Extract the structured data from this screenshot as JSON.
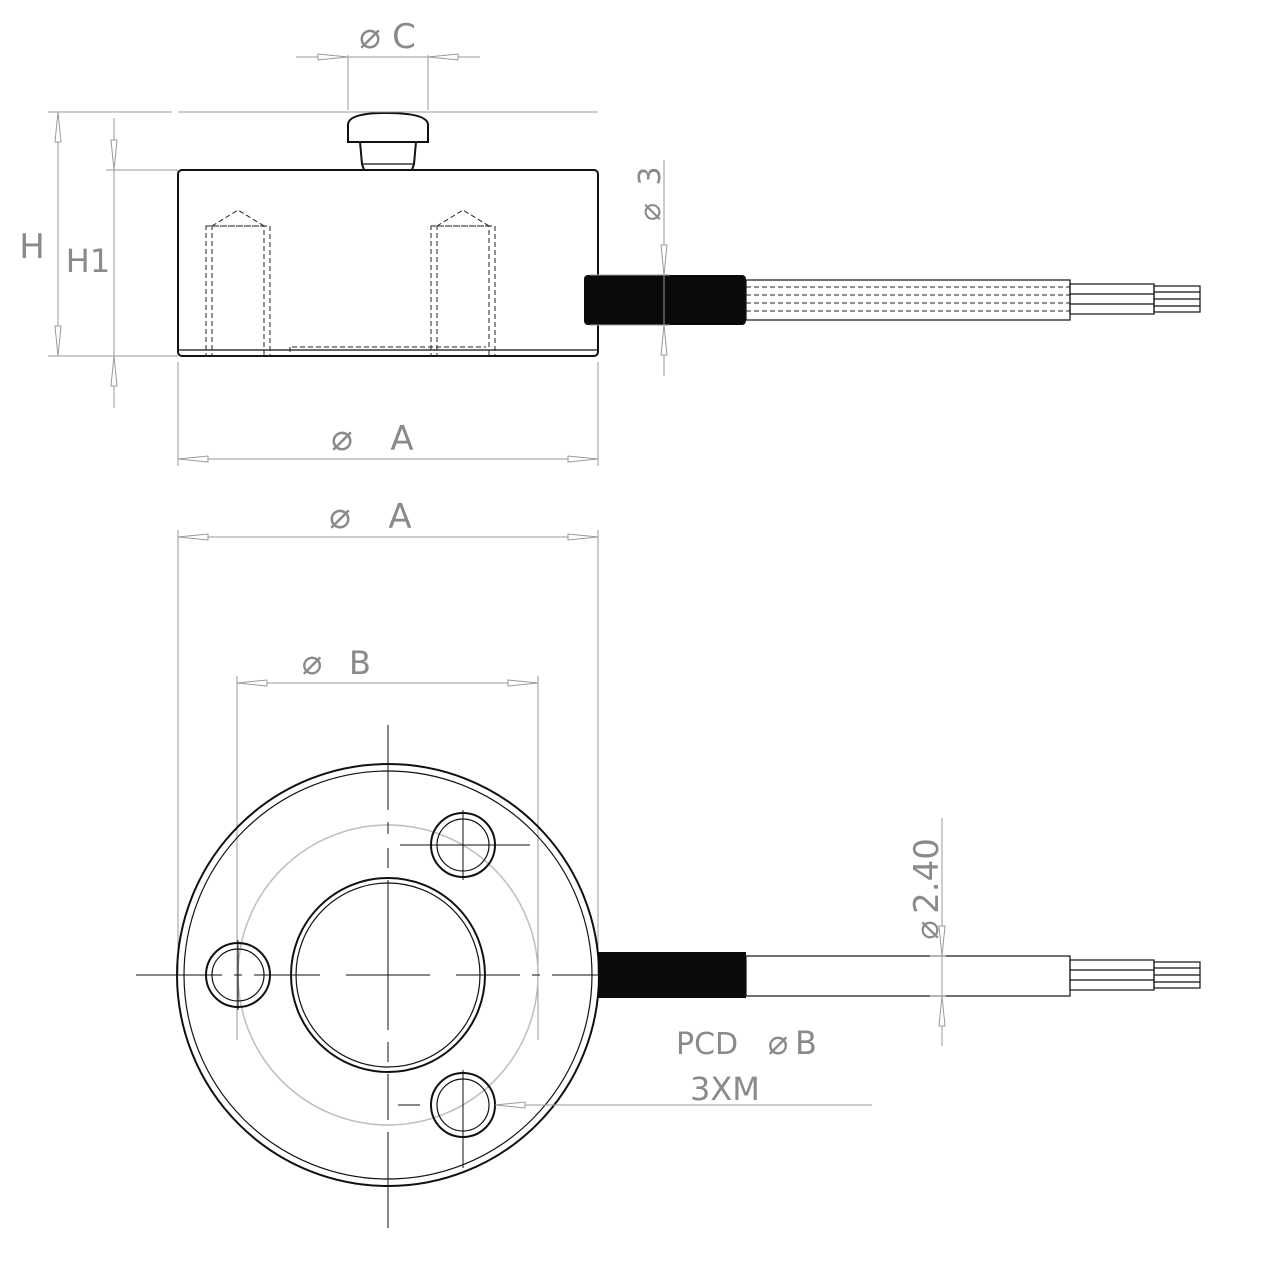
{
  "side_view": {
    "dia_c": "C",
    "dia_3": "3",
    "height_h": "H",
    "height_h1": "H1",
    "dia_a": "A"
  },
  "bottom_view": {
    "dia_a": "A",
    "dia_b": "B",
    "cable_dia": "2.40",
    "pcd_prefix": "PCD",
    "pcd_letter": "B",
    "thread_note": "3XM"
  },
  "symbols": {
    "diameter": "⌀"
  }
}
